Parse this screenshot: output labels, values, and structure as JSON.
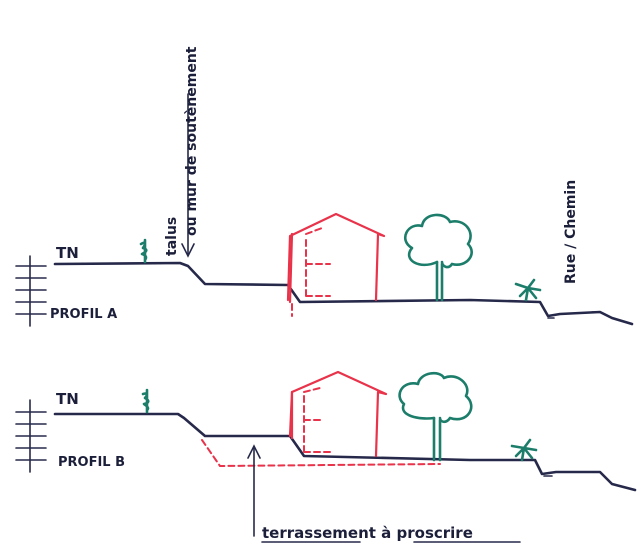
{
  "colors": {
    "ink": "#26294a",
    "house": "#e8334a",
    "vegetation": "#1b7d6a"
  },
  "profile_a": {
    "tn_label": "TN",
    "profile_label": "PROFIL A"
  },
  "profile_b": {
    "tn_label": "TN",
    "profile_label": "PROFIL B"
  },
  "annotations": {
    "talus_line1": "talus",
    "talus_line2": "ou mur de soutènement",
    "road": "Rue / Chemin",
    "earthworks": "terrassement à proscrire"
  }
}
